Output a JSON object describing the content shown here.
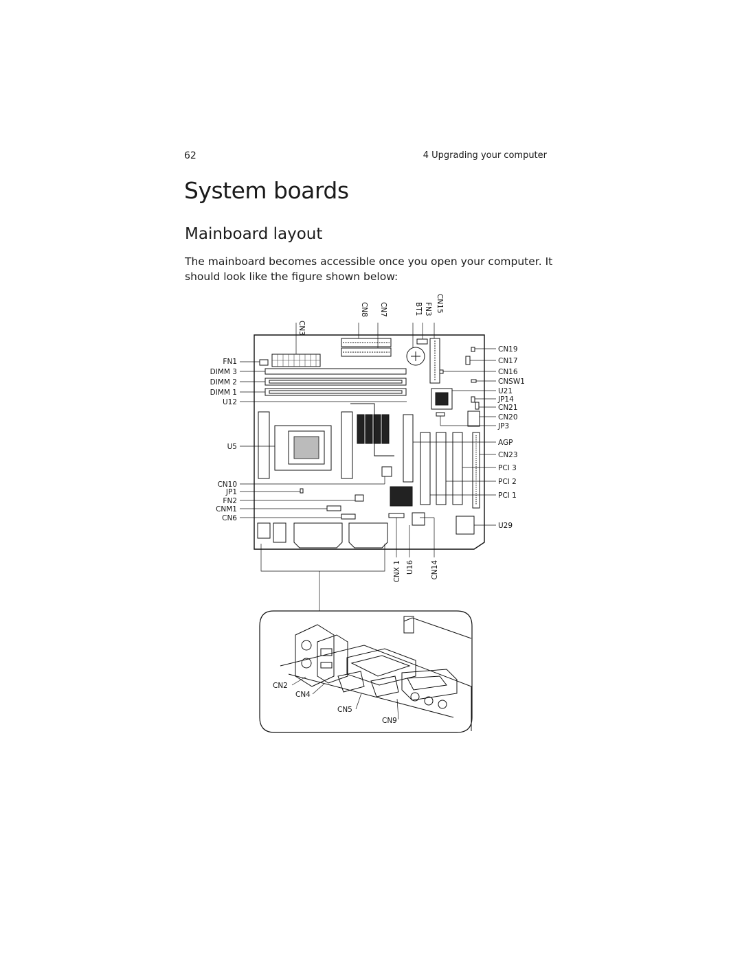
{
  "header": {
    "page_number": "62",
    "running_title": "4 Upgrading your computer"
  },
  "title": "System boards",
  "subtitle": "Mainboard layout",
  "intro": "The mainboard becomes accessible once you open your computer.  It should look like the figure shown below:",
  "figure": {
    "top_labels": [
      "CN3",
      "CN8",
      "CN7",
      "BT1",
      "FN3",
      "CN15"
    ],
    "left_labels": [
      "FN1",
      "DIMM 3",
      "DIMM 2",
      "DIMM 1",
      "U12",
      "U5",
      "CN10",
      "JP1",
      "FN2",
      "CNM1",
      "CN6"
    ],
    "right_labels": [
      "CN19",
      "CN17",
      "CN16",
      "CNSW1",
      "U21",
      "JP14",
      "CN21",
      "CN20",
      "JP3",
      "AGP",
      "CN23",
      "PCI 3",
      "PCI 2",
      "PCI 1",
      "U29"
    ],
    "bottom_labels": [
      "CNX 1",
      "U16",
      "CN14"
    ],
    "inset_labels": [
      "CN2",
      "CN4",
      "CN5",
      "CN9"
    ]
  }
}
